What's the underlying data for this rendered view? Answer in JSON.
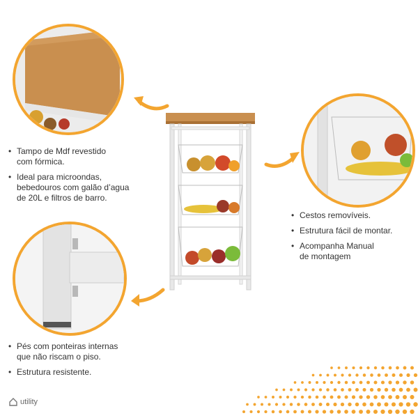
{
  "features_top_left": [
    "Tampo de Mdf revestido\ncom fórmica.",
    "Ideal para microondas,\nbebedouros com galão d’agua\nde 20L e filtros de barro."
  ],
  "features_right": [
    "Cestos removíveis.",
    "Estrutura fácil de montar.",
    "Acompanha Manual\nde montagem"
  ],
  "features_bottom_left": [
    "Pés com ponteiras internas\nque não riscam o piso.",
    "Estrutura resistente."
  ],
  "brand": {
    "name": "utility",
    "icon": "house-outline-icon"
  },
  "colors": {
    "accent": "#f3a530",
    "wood": "#c98f4f",
    "frame": "#f2f2f2"
  },
  "icons": [
    "curved-arrow-icon",
    "house-outline-icon"
  ]
}
